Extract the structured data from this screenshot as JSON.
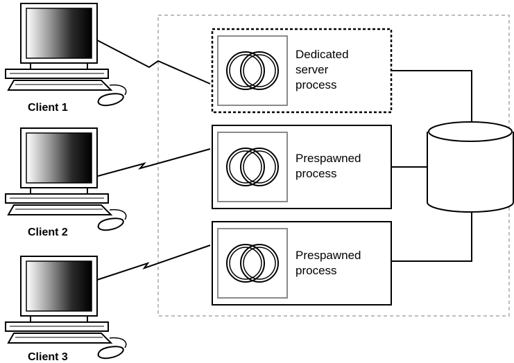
{
  "diagram": {
    "clients": [
      {
        "label": "Client 1"
      },
      {
        "label": "Client 2"
      },
      {
        "label": "Client 3"
      }
    ],
    "processes": [
      {
        "line1": "Dedicated",
        "line2": "server",
        "line3": "process",
        "style": "dashed"
      },
      {
        "line1": "Prespawned",
        "line2": "process",
        "line3": "",
        "style": "solid"
      },
      {
        "line1": "Prespawned",
        "line2": "process",
        "line3": "",
        "style": "solid"
      }
    ],
    "database_icon": "cylinder-icon",
    "process_icon": "interlocking-rings-icon",
    "client_icon": "computer-workstation-icon"
  }
}
